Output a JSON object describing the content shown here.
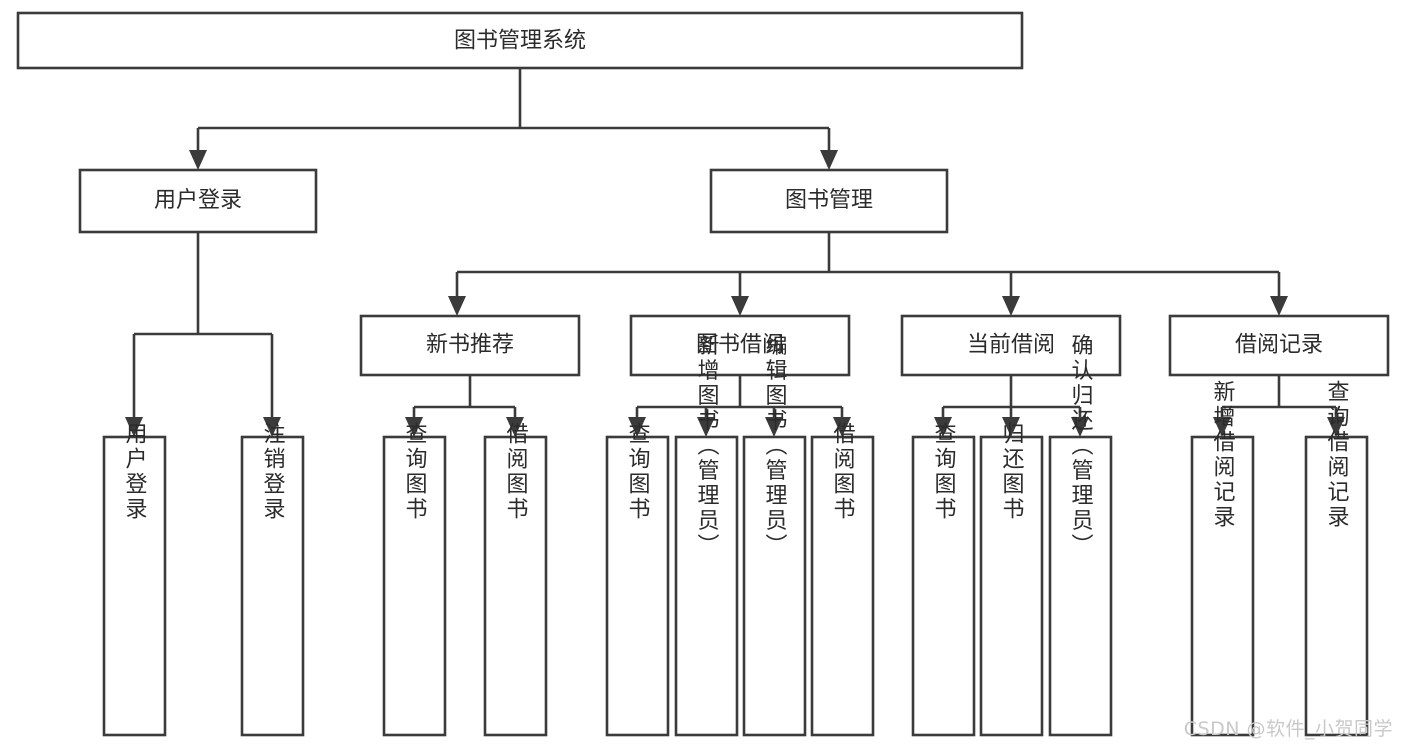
{
  "diagram": {
    "title": "图书管理系统",
    "type": "tree-hierarchy",
    "orientation": "top-down",
    "colors": {
      "box_fill": "#ffffff",
      "box_stroke": "#3b3b3b",
      "text": "#2b2b2b",
      "connector": "#3b3b3b",
      "background": "#ffffff",
      "watermark": "#c9c9c9"
    },
    "nodes": {
      "root": {
        "label": "图书管理系统",
        "level": 0,
        "orientation": "horizontal"
      },
      "l1_0": {
        "label": "用户登录",
        "level": 1,
        "orientation": "horizontal"
      },
      "l1_1": {
        "label": "图书管理",
        "level": 1,
        "orientation": "horizontal"
      },
      "l2_0": {
        "label": "新书推荐",
        "level": 2,
        "orientation": "horizontal"
      },
      "l2_1": {
        "label": "图书借阅",
        "level": 2,
        "orientation": "horizontal"
      },
      "l2_2": {
        "label": "当前借阅",
        "level": 2,
        "orientation": "horizontal"
      },
      "l2_3": {
        "label": "借阅记录",
        "level": 2,
        "orientation": "horizontal"
      },
      "leaf_0": {
        "label": "用户登录",
        "level": 3,
        "orientation": "vertical",
        "parent": "用户登录"
      },
      "leaf_1": {
        "label": "注销登录",
        "level": 3,
        "orientation": "vertical",
        "parent": "用户登录"
      },
      "leaf_2": {
        "label": "查询图书",
        "level": 3,
        "orientation": "vertical",
        "parent": "新书推荐"
      },
      "leaf_3": {
        "label": "借阅图书",
        "level": 3,
        "orientation": "vertical",
        "parent": "新书推荐"
      },
      "leaf_4": {
        "label": "查询图书",
        "level": 3,
        "orientation": "vertical",
        "parent": "图书借阅"
      },
      "leaf_5": {
        "label": "新增图书（管理员）",
        "level": 3,
        "orientation": "vertical",
        "parent": "图书借阅"
      },
      "leaf_6": {
        "label": "编辑图书（管理员）",
        "level": 3,
        "orientation": "vertical",
        "parent": "图书借阅"
      },
      "leaf_7": {
        "label": "借阅图书",
        "level": 3,
        "orientation": "vertical",
        "parent": "图书借阅"
      },
      "leaf_8": {
        "label": "查询图书",
        "level": 3,
        "orientation": "vertical",
        "parent": "当前借阅"
      },
      "leaf_9": {
        "label": "归还图书",
        "level": 3,
        "orientation": "vertical",
        "parent": "当前借阅"
      },
      "leaf_10": {
        "label": "确认归还（管理员）",
        "level": 3,
        "orientation": "vertical",
        "parent": "当前借阅"
      },
      "leaf_11": {
        "label": "新增借阅记录",
        "level": 3,
        "orientation": "vertical",
        "parent": "借阅记录"
      },
      "leaf_12": {
        "label": "查询借阅记录",
        "level": 3,
        "orientation": "vertical",
        "parent": "借阅记录"
      }
    },
    "watermark": "CSDN @软件_小贺同学"
  }
}
